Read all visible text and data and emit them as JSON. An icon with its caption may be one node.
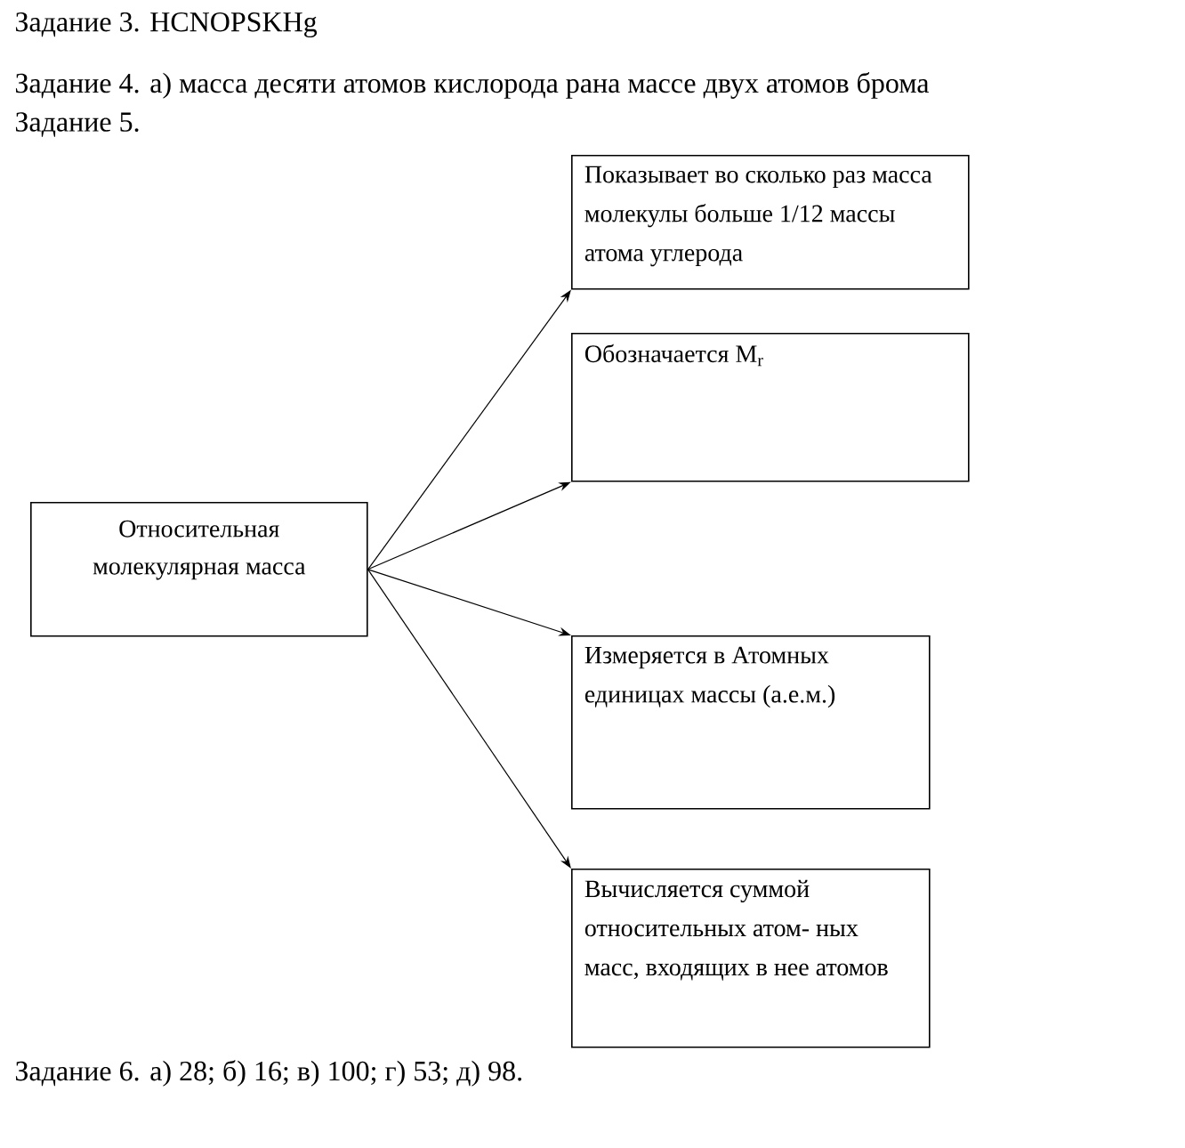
{
  "diagram": {
    "nodes": [
      {
        "text": [
          "Относительная молекулярная масса"
        ]
      },
      {
        "text": [
          "Показывает во сколько раз масса молекулы больше 1/12 массы атома углерода"
        ]
      },
      {
        "text": [
          "Обозначается M$_{r}$"
        ]
      },
      {
        "text": [
          "Измеряется в Атомных единицах массы (а.е.м.)"
        ]
      },
      {
        "text": [
          "Вычисляется суммой относительных атом- ных масс, входящих в нее атомов"
        ]
      }
    ],
    "edges": [
      {
        "from": 0,
        "to": 1,
        "arrow": "to"
      },
      {
        "from": 0,
        "to": 2,
        "arrow": "to"
      },
      {
        "from": 0,
        "to": 3,
        "arrow": "to"
      },
      {
        "from": 0,
        "to": 4,
        "arrow": "to"
      }
    ],
    "labels": [
      "Задание 3. HCNOPSKHg",
      "Задание 4. а) масса десяти атомов кислорода рана массе двух атомов брома",
      "Задание 5.",
      "Задание 6. а) 28; б) 16; в) 100; г) 53; д) 98."
    ]
  }
}
